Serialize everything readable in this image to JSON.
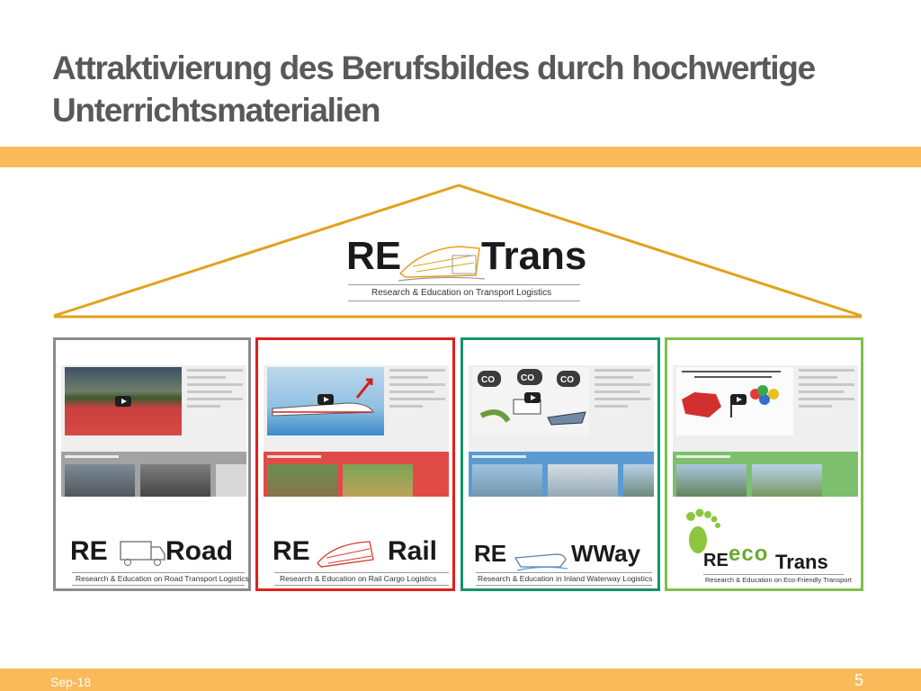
{
  "slide": {
    "title": "Attraktivierung des Berufsbildes durch hochwertige Unterrichtsmaterialien",
    "footer_date": "Sep-18",
    "page_number": "5"
  },
  "colors": {
    "accent_orange": "#FBBA5A",
    "roof_line": "#E1A21C",
    "road_border": "#8C8C8C",
    "rail_border": "#E0201B",
    "wway_border": "#14946A",
    "eco_border": "#7DC04A"
  },
  "main_logo": {
    "re": "RE",
    "name": "Trans",
    "subtitle": "Research & Education on Transport Logistics",
    "icon": "train-truck-ship-icon"
  },
  "panels": [
    {
      "re": "RE",
      "name": "Road",
      "subtitle": "Research & Education on Road Transport Logistics",
      "icon": "truck-icon"
    },
    {
      "re": "RE",
      "name": "Rail",
      "subtitle": "Research & Education on Rail Cargo Logistics",
      "icon": "train-icon"
    },
    {
      "re": "RE",
      "name": "WWay",
      "subtitle": "Research & Education in Inland Waterway Logistics",
      "icon": "ship-icon"
    },
    {
      "re": "RE",
      "eco": "eco",
      "name": "Trans",
      "subtitle": "Research & Education on Eco-Friendly Transport",
      "icon": "footprint-icon"
    }
  ]
}
